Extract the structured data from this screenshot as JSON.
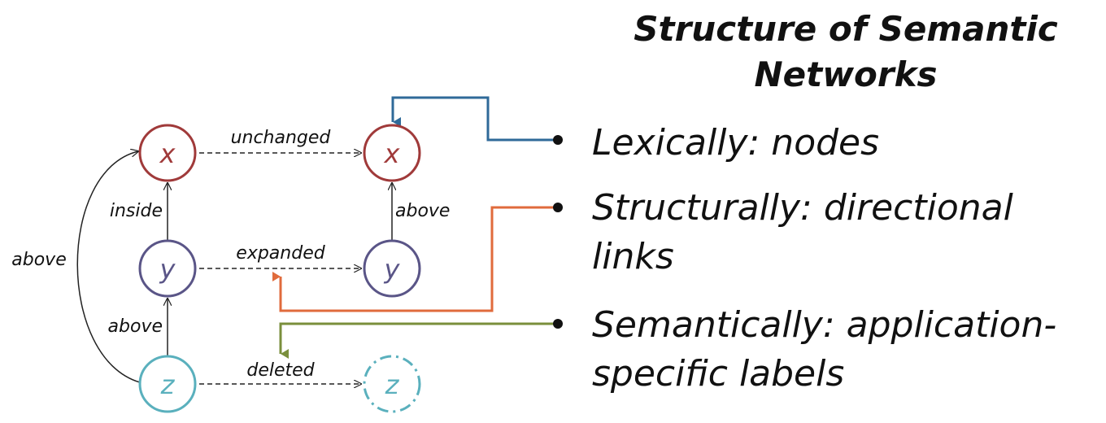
{
  "title": "Structure of Semantic Networks",
  "bullets": [
    {
      "text": "Lexically: nodes",
      "connector_color": "#2f6a99"
    },
    {
      "text": "Structurally: directional links",
      "connector_color": "#e06b3c"
    },
    {
      "text": "Semantically: application-specific labels",
      "connector_color": "#7a8f3c"
    }
  ],
  "nodes": {
    "x_left": "x",
    "y_left": "y",
    "z_left": "z",
    "x_right": "x",
    "y_right": "y",
    "z_right": "z"
  },
  "edge_labels": {
    "unchanged": "unchanged",
    "expanded": "expanded",
    "deleted": "deleted",
    "inside": "inside",
    "above_left_yz": "above",
    "above_right": "above",
    "above_outer": "above"
  },
  "colors": {
    "x_node": "#a03a3a",
    "y_node": "#5a5587",
    "z_node": "#5ab0bd",
    "edge": "#222222"
  }
}
